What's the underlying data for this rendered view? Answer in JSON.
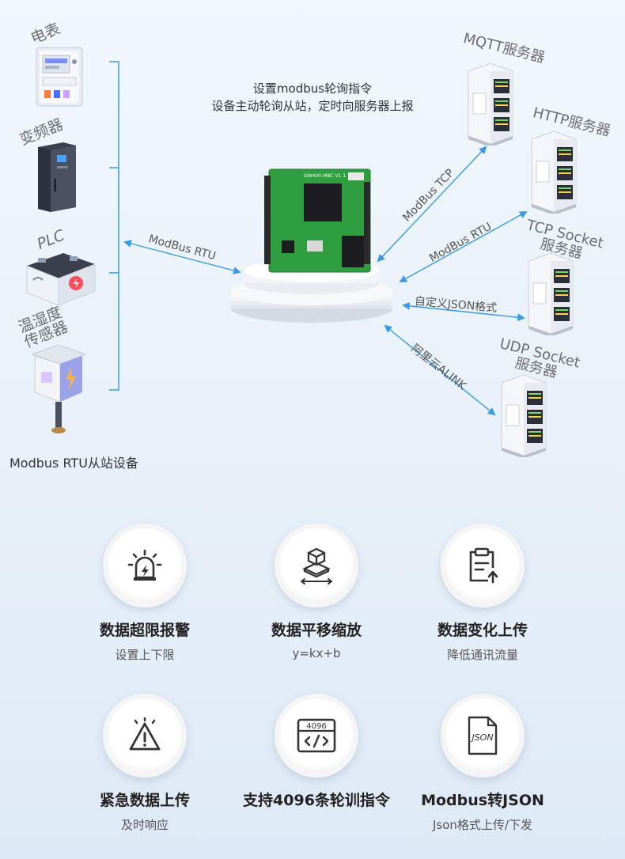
{
  "diagram": {
    "top_caption": [
      "设置modbus轮询指令",
      "设备主动轮询从站，定时向服务器上报"
    ],
    "slave_devices": [
      {
        "label": "电表",
        "icon": "electric-meter-icon"
      },
      {
        "label": "变频器",
        "icon": "inverter-cabinet-icon"
      },
      {
        "label": "PLC",
        "icon": "plc-module-icon"
      },
      {
        "label": "温湿度\n传感器",
        "line1": "温湿度",
        "line2": "传感器",
        "icon": "temp-humidity-sensor-icon"
      }
    ],
    "slave_caption": "Modbus RTU从站设备",
    "rtu_link_label": "ModBus RTU",
    "module_board_text": "GW400-MBC V1.1",
    "servers": [
      {
        "label": "MQTT服务器",
        "icon": "server-icon"
      },
      {
        "label": "HTTP服务器",
        "icon": "server-icon"
      },
      {
        "label_line1": "TCP Socket",
        "label_line2": "服务器",
        "icon": "server-icon"
      },
      {
        "label_line1": "UDP Socket",
        "label_line2": "服务器",
        "icon": "server-icon"
      }
    ],
    "server_links": [
      "ModBus TCP",
      "ModBus RTU",
      "自定义JSON格式",
      "阿里云ALINK"
    ],
    "colors": {
      "link": "#3b9ae0",
      "bracket": "#3b9ae0",
      "pcb": "#2e9e3e"
    }
  },
  "features": [
    {
      "title": "数据超限报警",
      "subtitle": "设置上下限",
      "icon": "alarm-light-icon"
    },
    {
      "title": "数据平移缩放",
      "subtitle": "y=kx+b",
      "icon": "cube-shift-icon"
    },
    {
      "title": "数据变化上传",
      "subtitle": "降低通讯流量",
      "icon": "clipboard-upload-icon"
    },
    {
      "title": "紧急数据上传",
      "subtitle": "及时响应",
      "icon": "warning-triangle-icon"
    },
    {
      "title": "支持4096条轮训指令",
      "subtitle": "",
      "icon": "code-window-icon",
      "icon_text": "4096"
    },
    {
      "title": "Modbus转JSON",
      "subtitle": "Json格式上传/下发",
      "icon": "json-file-icon",
      "icon_text": "JSON"
    }
  ]
}
